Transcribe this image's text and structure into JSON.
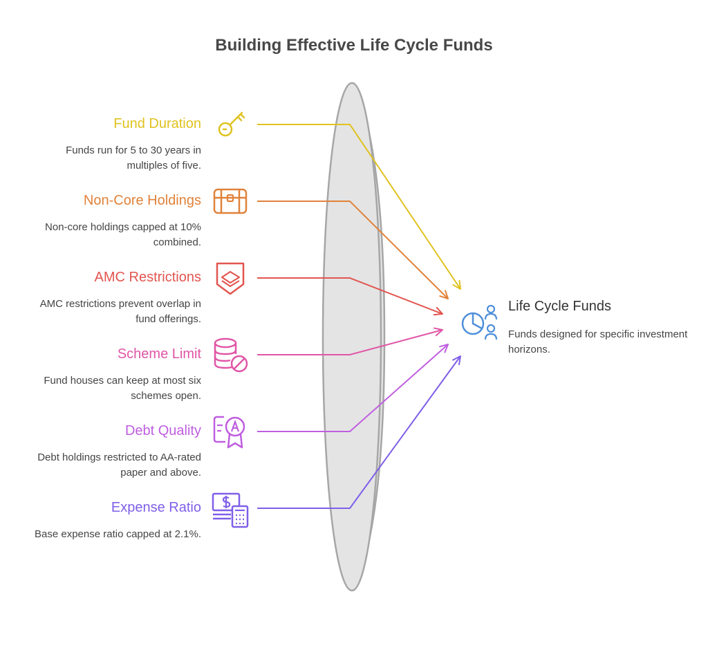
{
  "title": "Building Effective Life Cycle Funds",
  "items": [
    {
      "title": "Fund Duration",
      "desc": "Funds run for 5 to 30 years in multiples of five.",
      "color": "#e0c21f",
      "icon": "key-icon"
    },
    {
      "title": "Non-Core Holdings",
      "desc": "Non-core holdings capped at 10% combined.",
      "color": "#e0823a",
      "icon": "treasure-chest-icon"
    },
    {
      "title": "AMC Restrictions",
      "desc": "AMC restrictions prevent overlap in fund offerings.",
      "color": "#e2554f",
      "icon": "shield-stack-icon"
    },
    {
      "title": "Scheme Limit",
      "desc": "Fund houses can keep at most six schemes open.",
      "color": "#e055a6",
      "icon": "database-blocked-icon"
    },
    {
      "title": "Debt Quality",
      "desc": "Debt holdings restricted to AA-rated paper and above.",
      "color": "#bf5ee0",
      "icon": "certificate-a-icon"
    },
    {
      "title": "Expense Ratio",
      "desc": "Base expense ratio capped at 2.1%.",
      "color": "#7f5fe8",
      "icon": "money-calculator-icon"
    }
  ],
  "target": {
    "title": "Life Cycle Funds",
    "desc": "Funds designed for specific investment horizons.",
    "color": "#4e8fd9",
    "icon": "pie-chart-people-icon"
  },
  "lens_color": "#e4e4e4"
}
